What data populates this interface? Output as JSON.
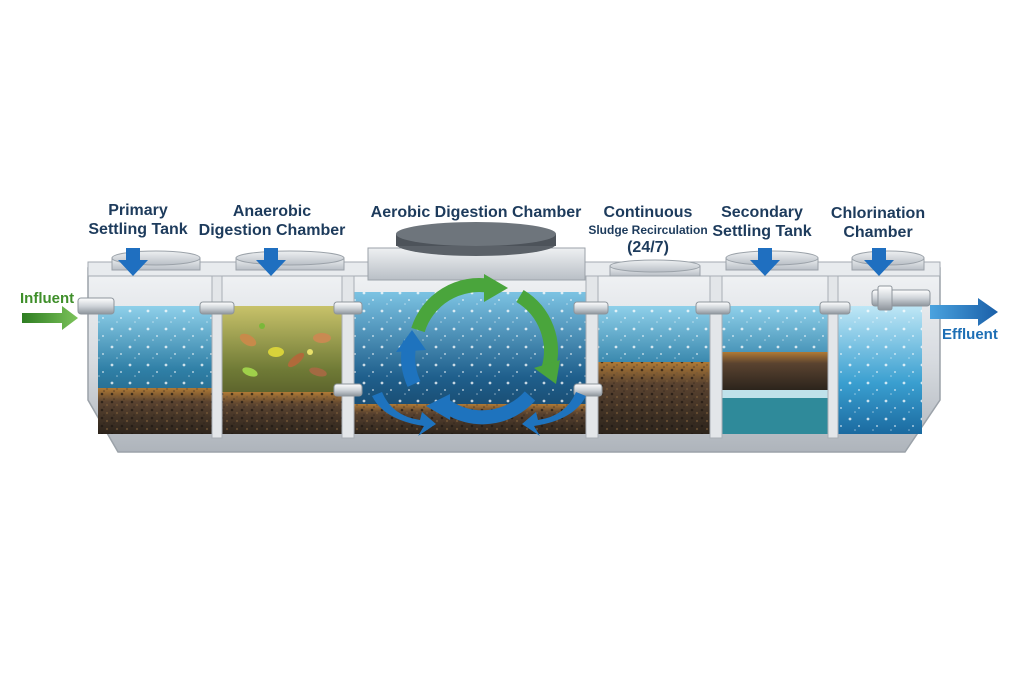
{
  "flow": {
    "inlet_label": "Influent",
    "outlet_label": "Effluent",
    "inlet_color": "#3f8f2a",
    "outlet_color": "#1e6fb5"
  },
  "chambers": [
    {
      "line1": "Primary",
      "line2": "Settling Tank",
      "line3": ""
    },
    {
      "line1": "Anaerobic",
      "line2": "Digestion Chamber",
      "line3": ""
    },
    {
      "line1": "Aerobic Digestion Chamber",
      "line2": "",
      "line3": ""
    },
    {
      "line1": "Continuous",
      "line2": "Sludge Recirculation",
      "line3": "(24/7)"
    },
    {
      "line1": "Secondary",
      "line2": "Settling Tank",
      "line3": ""
    },
    {
      "line1": "Chlorination",
      "line2": "Chamber",
      "line3": ""
    }
  ],
  "colors": {
    "label_text": "#1d3b5c",
    "tank_shell": "#d9dde1",
    "water": "#3a8fb5",
    "sludge": "#4a3a2a",
    "down_arrow": "#1f6fc0",
    "cycle_green": "#4aa53c",
    "cycle_blue": "#1e73be"
  },
  "icons": [
    "down-arrow-icon",
    "recirculation-cycle-icon",
    "flow-arrow-icon"
  ]
}
